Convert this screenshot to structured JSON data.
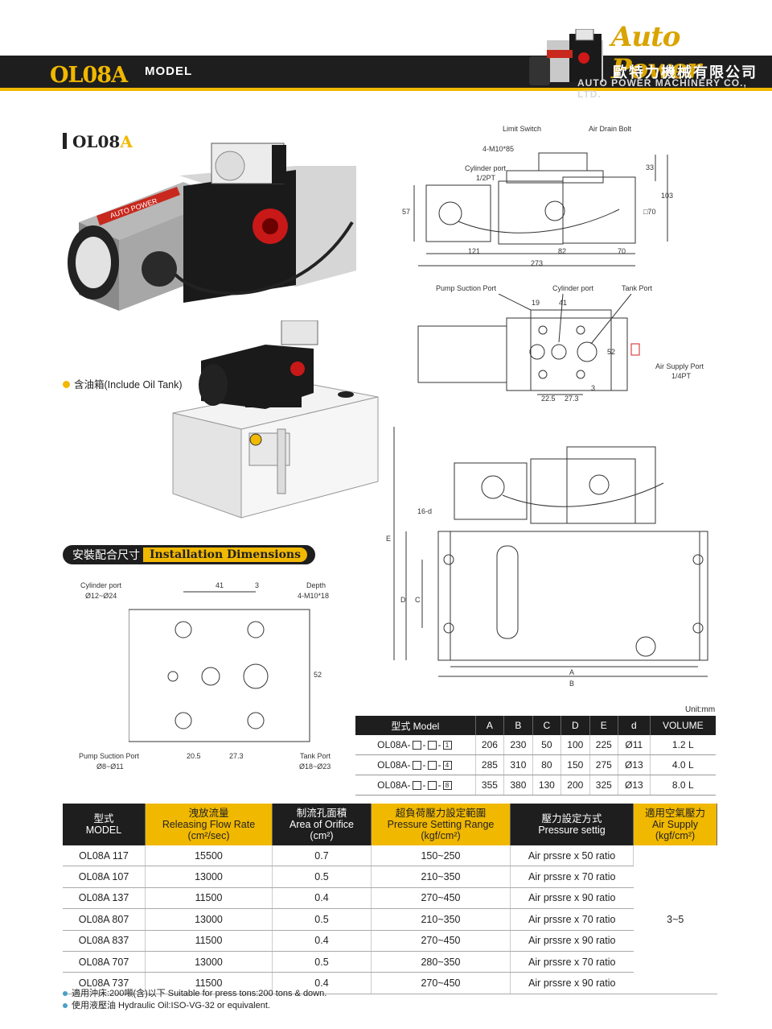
{
  "header": {
    "model": "OL08A",
    "model_suffix": "MODEL",
    "logo_text": "Auto Power",
    "company_cn": "歐特力機械有限公司",
    "company_en": "AUTO POWER MACHINERY CO., LTD."
  },
  "section": {
    "title_main": "OL08",
    "title_accent": "A"
  },
  "oil_tank_label": "含油箱(Include Oil Tank)",
  "unit_label": "AUTO POWER",
  "install": {
    "cn": "安裝配合尺寸",
    "en": "Installation Dimensions"
  },
  "drawing_top": {
    "limit_switch": "Limit Switch",
    "air_drain_bolt": "Air Drain Bolt",
    "m10": "4-M10*85",
    "cyl_port": "Cylinder port",
    "cyl_port_size": "1/2PT",
    "d121": "121",
    "d82": "82",
    "d70": "70",
    "d273": "273",
    "d57": "57",
    "d33": "33",
    "d103": "103",
    "d70sq": "□70"
  },
  "drawing_ports": {
    "pump_suction": "Pump Suction Port",
    "cylinder": "Cylinder port",
    "tank": "Tank Port",
    "air_supply": "Air Supply Port",
    "air_supply_size": "1/4PT",
    "d19": "19",
    "d41": "41",
    "d52": "52",
    "d3": "3",
    "d225": "22.5",
    "d273": "27.3"
  },
  "drawing_tank": {
    "d16": "16-d",
    "A": "A",
    "B": "B",
    "C": "C",
    "D": "D",
    "E": "E"
  },
  "drawing_install": {
    "cyl_port": "Cylinder port",
    "cyl_size": "Ø12~Ø24",
    "depth": "Depth",
    "depth_size": "4-M10*18",
    "pump": "Pump Suction Port",
    "pump_size": "Ø8~Ø11",
    "tank": "Tank Port",
    "tank_size": "Ø18~Ø23",
    "d41": "41",
    "d3": "3",
    "d52": "52",
    "d205": "20.5",
    "d273": "27.3"
  },
  "unit_mm": "Unit:mm",
  "tank_table": {
    "headers": [
      "型式 Model",
      "A",
      "B",
      "C",
      "D",
      "E",
      "d",
      "VOLUME"
    ],
    "rows": [
      {
        "model": "OL08A-",
        "n": "1",
        "A": "206",
        "B": "230",
        "C": "50",
        "D": "100",
        "E": "225",
        "d": "Ø11",
        "vol": "1.2 L"
      },
      {
        "model": "OL08A-",
        "n": "4",
        "A": "285",
        "B": "310",
        "C": "80",
        "D": "150",
        "E": "275",
        "d": "Ø13",
        "vol": "4.0 L"
      },
      {
        "model": "OL08A-",
        "n": "8",
        "A": "355",
        "B": "380",
        "C": "130",
        "D": "200",
        "E": "325",
        "d": "Ø13",
        "vol": "8.0 L"
      }
    ]
  },
  "spec_table": {
    "headers": [
      {
        "cn": "型式",
        "en": "MODEL",
        "unit": ""
      },
      {
        "cn": "洩放流量",
        "en": "Releasing Flow Rate",
        "unit": "(cm²/sec)"
      },
      {
        "cn": "制流孔面積",
        "en": "Area of Orifice",
        "unit": "(cm²)"
      },
      {
        "cn": "超負荷壓力設定範圍",
        "en": "Pressure Setting Range",
        "unit": "(kgf/cm²)"
      },
      {
        "cn": "壓力設定方式",
        "en": "Pressure settig",
        "unit": ""
      },
      {
        "cn": "適用空氣壓力",
        "en": "Air Supply",
        "unit": "(kgf/cm²)"
      }
    ],
    "rows": [
      {
        "model": "OL08A 117",
        "flow": "15500",
        "area": "0.7",
        "range": "150~250",
        "method": "Air prssre x 50 ratio"
      },
      {
        "model": "OL08A 107",
        "flow": "13000",
        "area": "0.5",
        "range": "210~350",
        "method": "Air prssre x 70 ratio"
      },
      {
        "model": "OL08A 137",
        "flow": "11500",
        "area": "0.4",
        "range": "270~450",
        "method": "Air prssre x 90 ratio"
      },
      {
        "model": "OL08A 807",
        "flow": "13000",
        "area": "0.5",
        "range": "210~350",
        "method": "Air prssre x 70 ratio"
      },
      {
        "model": "OL08A 837",
        "flow": "11500",
        "area": "0.4",
        "range": "270~450",
        "method": "Air prssre x 90 ratio"
      },
      {
        "model": "OL08A 707",
        "flow": "13000",
        "area": "0.5",
        "range": "280~350",
        "method": "Air prssre x 70 ratio"
      },
      {
        "model": "OL08A 737",
        "flow": "11500",
        "area": "0.4",
        "range": "270~450",
        "method": "Air prssre x 90 ratio"
      }
    ],
    "air_supply": "3~5"
  },
  "notes": [
    "適用沖床:200噸(含)以下 Suitable for press tons:200 tons & down.",
    "使用液壓油 Hydraulic Oil:ISO-VG-32 or equivalent."
  ]
}
